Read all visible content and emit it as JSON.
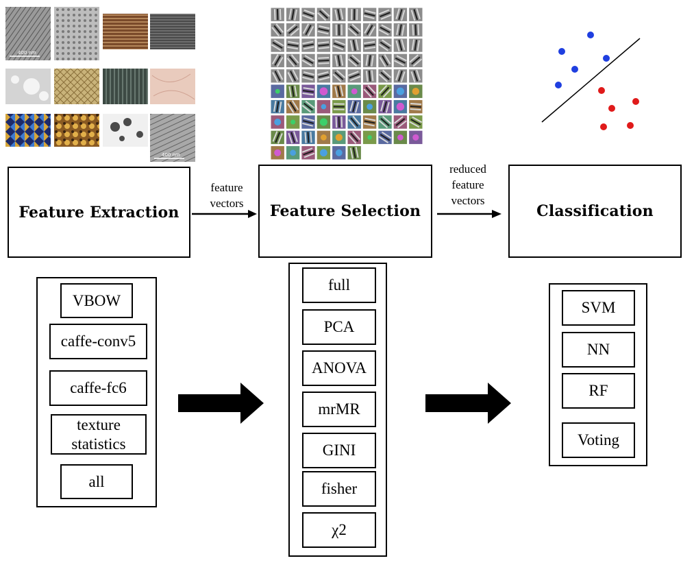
{
  "stages": {
    "extraction": "Feature Extraction",
    "selection": "Feature Selection",
    "classification": "Classification"
  },
  "arrows": {
    "feature_vectors_lines": [
      "feature",
      "vectors"
    ],
    "reduced_feature_vectors_lines": [
      "reduced",
      "feature",
      "vectors"
    ]
  },
  "extraction_options": [
    "VBOW",
    "caffe-conv5",
    "caffe-fc6",
    "texture statistics",
    "all"
  ],
  "selection_options": [
    "full",
    "PCA",
    "ANOVA",
    "mrMR",
    "GINI",
    "fisher",
    "χ2"
  ],
  "classification_options": [
    "SVM",
    "NN",
    "RF",
    "Voting"
  ],
  "micrograph_scalebars": [
    "400 nm",
    "400 nm"
  ],
  "colors": {
    "class_a": "#1f3fe0",
    "class_b": "#e01a1a",
    "line": "#000000"
  }
}
